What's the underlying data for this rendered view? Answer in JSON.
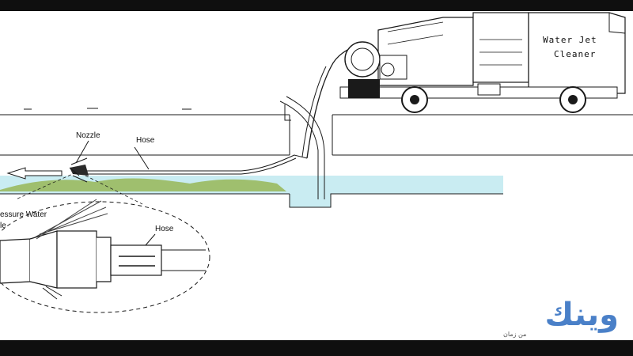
{
  "labels": {
    "nozzle": "Nozzle",
    "hose_top": "Hose",
    "hp_water": "essure Water",
    "hp_suffix": "le",
    "hose_detail": "Hose",
    "truck_line1": "Water Jet",
    "truck_line2": "Cleaner"
  },
  "watermark": {
    "brand": "وينك",
    "tagline": "من زمان"
  },
  "colors": {
    "water": "#c9ecf2",
    "sediment": "#9fbf6e",
    "line": "#1a1a1a",
    "frame": "#0f0f0f",
    "watermark": "#4a80c8"
  }
}
